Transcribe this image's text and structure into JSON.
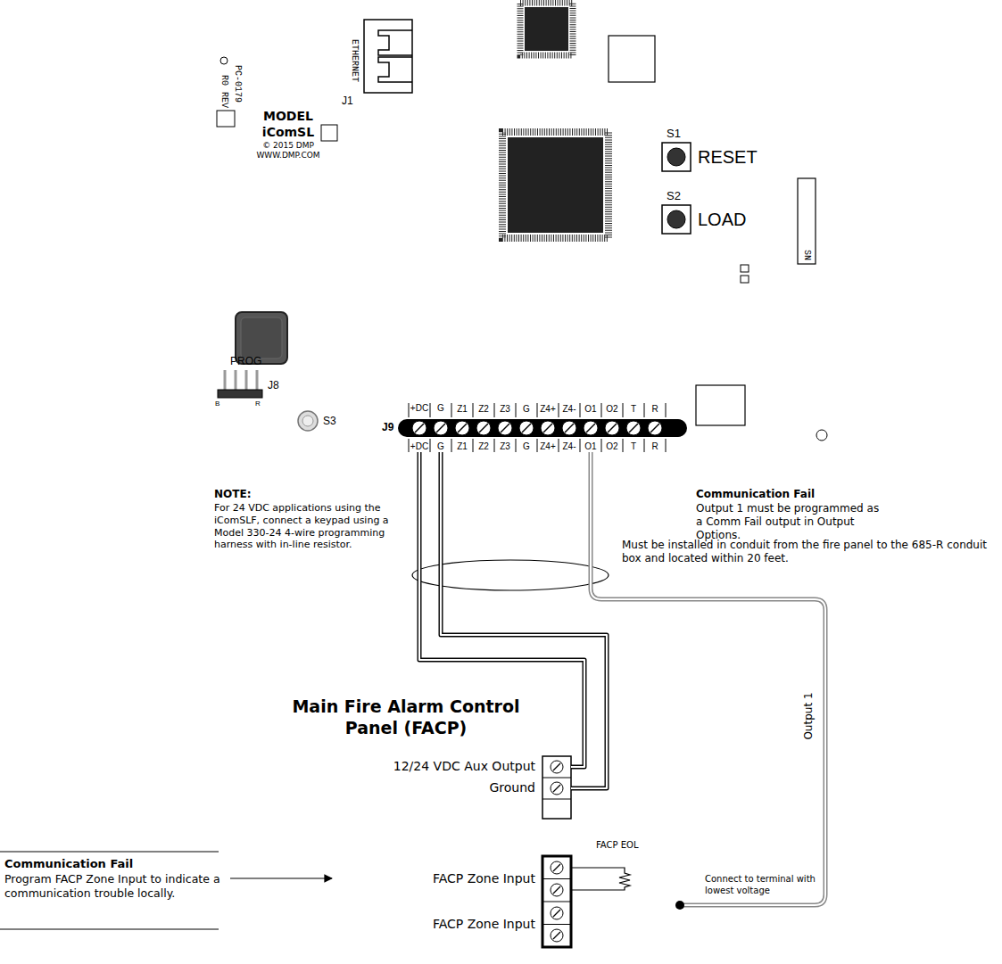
{
  "diagram": {
    "nodes": [
      {
        "text": [
          "MODEL iComSL",
          "© 2015 DMP WWW.DMP.COM"
        ]
      },
      {
        "text": [
          "+DC",
          "+DC"
        ],
        "in": 0
      },
      {
        "text": [
          "G",
          "G"
        ],
        "in": 0
      },
      {
        "text": [
          "Main Fire Alarm Control Panel (FACP)"
        ]
      },
      {
        "text": [
          "12/24 VDC Aux Output"
        ],
        "in": 3
      },
      {
        "text": [
          "Ground"
        ],
        "in": 3
      }
    ],
    "edges": [
      {
        "from": 1,
        "to": 4,
        "arrow": "none"
      },
      {
        "from": 2,
        "to": 5,
        "arrow": "none"
      }
    ],
    "labels": [
      "PC-0179",
      "R0",
      "REV",
      "ETHERNET",
      "J1",
      "S1",
      "RESET",
      "S2",
      "LOAD",
      "SN",
      "PROG",
      "J8",
      "B",
      "R",
      "S3",
      "J9",
      "Z1",
      "Z2",
      "Z3",
      "G",
      "Z4+",
      "Z4-",
      "O1",
      "O2",
      "T",
      "R",
      "Z1",
      "Z2",
      "Z3",
      "G",
      "Z4+",
      "Z4-",
      "O1",
      "O2",
      "T",
      "R",
      "NOTE:",
      "For 24 VDC applications using the iComSLF, connect a keypad using a Model 330-24 4-wire programming harness with in-line resistor.",
      "Communication Fail",
      "Output 1 must be programmed as a Comm Fail output in Output Options.",
      "Must be installed in conduit from the fire panel to the 685-R conduit box and located within 20 feet.",
      "Output 1",
      "FACP EOL",
      "Connect to terminal with lowest voltage",
      "FACP Zone Input",
      "FACP Zone Input",
      "Communication Fail",
      "Program FACP Zone Input to indicate a communication trouble locally."
    ]
  }
}
